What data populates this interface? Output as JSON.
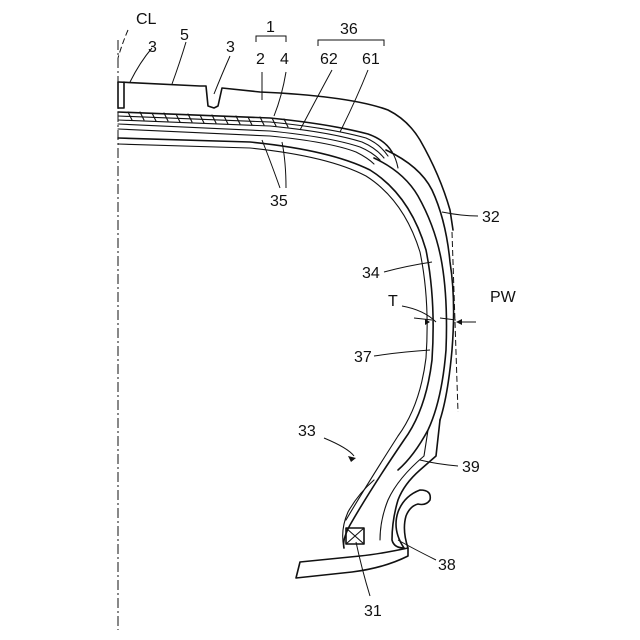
{
  "figure": {
    "labels": {
      "cl": "CL",
      "tread_portion": "1",
      "tread_part_2": "2",
      "tread_part_4": "4",
      "groove_left": "3",
      "groove_right": "3",
      "ground_surface": "5",
      "belt_group": "36",
      "belt_62": "62",
      "belt_61": "61",
      "sidewall": "32",
      "inner_ply": "34",
      "thickness": "T",
      "max_width": "PW",
      "ply_37": "37",
      "bead_region": "33",
      "chafer_39": "39",
      "rim_flange": "38",
      "bead_core": "31",
      "belt_35": "35"
    }
  }
}
